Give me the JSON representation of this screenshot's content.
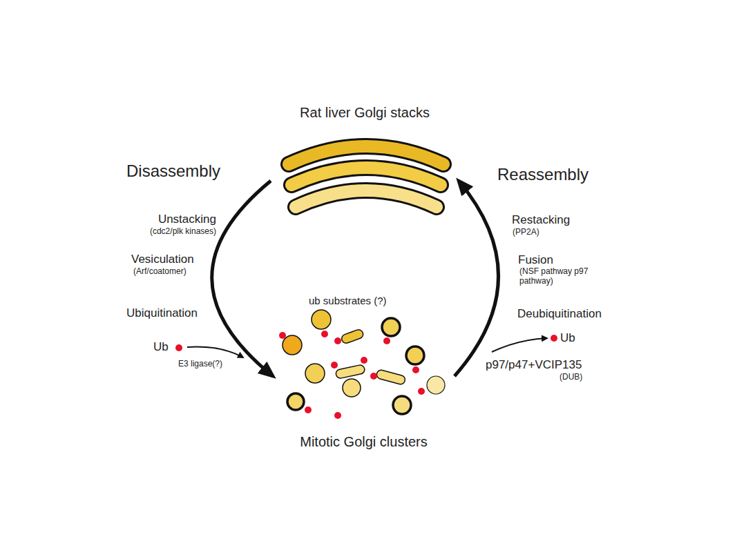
{
  "diagram": {
    "nodes": [
      {
        "text": [
          "Rat liver Golgi stacks"
        ]
      },
      {
        "text": [
          "Mitotic Golgi clusters"
        ]
      }
    ],
    "edges": [
      {
        "from": 0,
        "to": 1,
        "arrow": "to"
      },
      {
        "from": 1,
        "to": 0,
        "arrow": "to"
      }
    ],
    "labels": [
      "Disassembly",
      "Unstacking",
      "(cdc2/plk kinases)",
      "Vesiculation",
      "(Arf/coatomer)",
      "Ubiquitination",
      "Ub",
      "E3 ligase(?)",
      "ub substrates (?)",
      "Reassembly",
      "Restacking",
      "(PP2A)",
      "Fusion",
      "(NSF pathway p97 pathway)",
      "Deubiquitination",
      "Ub",
      "p97/p47+VCIP135",
      "(DUB)"
    ]
  }
}
